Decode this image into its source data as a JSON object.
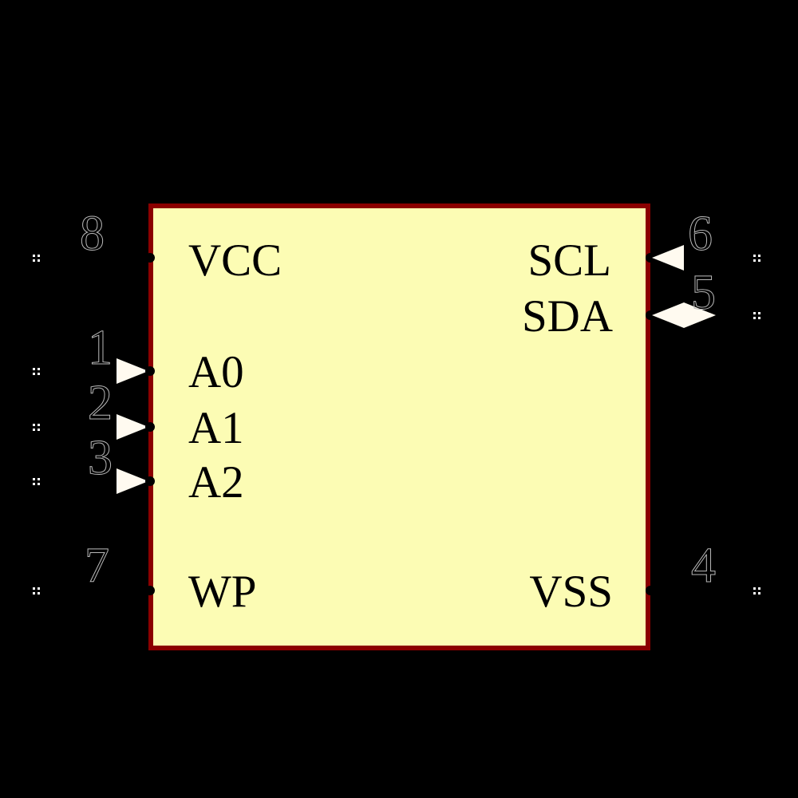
{
  "symbol": {
    "kind": "ic-schematic-symbol",
    "body_fill": "#FCFCB4",
    "body_border": "#8B0000",
    "background": "#000000",
    "arrow_color": "#FFFAF0",
    "pin_number_color": "#B8B8B8",
    "label_color": "#000000"
  },
  "pins": {
    "left": [
      {
        "number": "8",
        "label": "VCC",
        "direction": "none"
      },
      {
        "number": "1",
        "label": "A0",
        "direction": "input"
      },
      {
        "number": "2",
        "label": "A1",
        "direction": "input"
      },
      {
        "number": "3",
        "label": "A2",
        "direction": "input"
      },
      {
        "number": "7",
        "label": "WP",
        "direction": "none"
      }
    ],
    "right": [
      {
        "number": "6",
        "label": "SCL",
        "direction": "input"
      },
      {
        "number": "5",
        "label": "SDA",
        "direction": "bidirectional"
      },
      {
        "number": "4",
        "label": "VSS",
        "direction": "none"
      }
    ]
  }
}
